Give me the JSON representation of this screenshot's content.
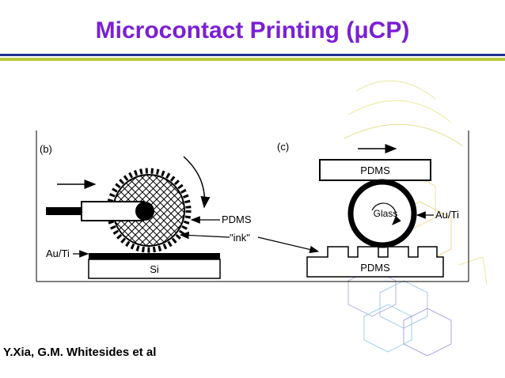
{
  "slide": {
    "title": "Microcontact Printing (μCP)",
    "credit": "Y.Xia, G.M. Whitesides et al"
  },
  "colors": {
    "title": "#7b1fd6",
    "rule_top": "#1f2f8f",
    "rule_bottom": "#b7c93a",
    "ink": "#000000"
  },
  "diagram": {
    "panel_b": {
      "tag": "(b)",
      "label_pdms": "PDMS",
      "label_ink": "\"ink\"",
      "label_auti": "Au/Ti",
      "label_substrate": "Si"
    },
    "panel_c": {
      "tag": "(c)",
      "label_top_stamp": "PDMS",
      "label_roller": "Glass",
      "label_auti": "Au/Ti",
      "label_bottom_stamp": "PDMS"
    }
  }
}
